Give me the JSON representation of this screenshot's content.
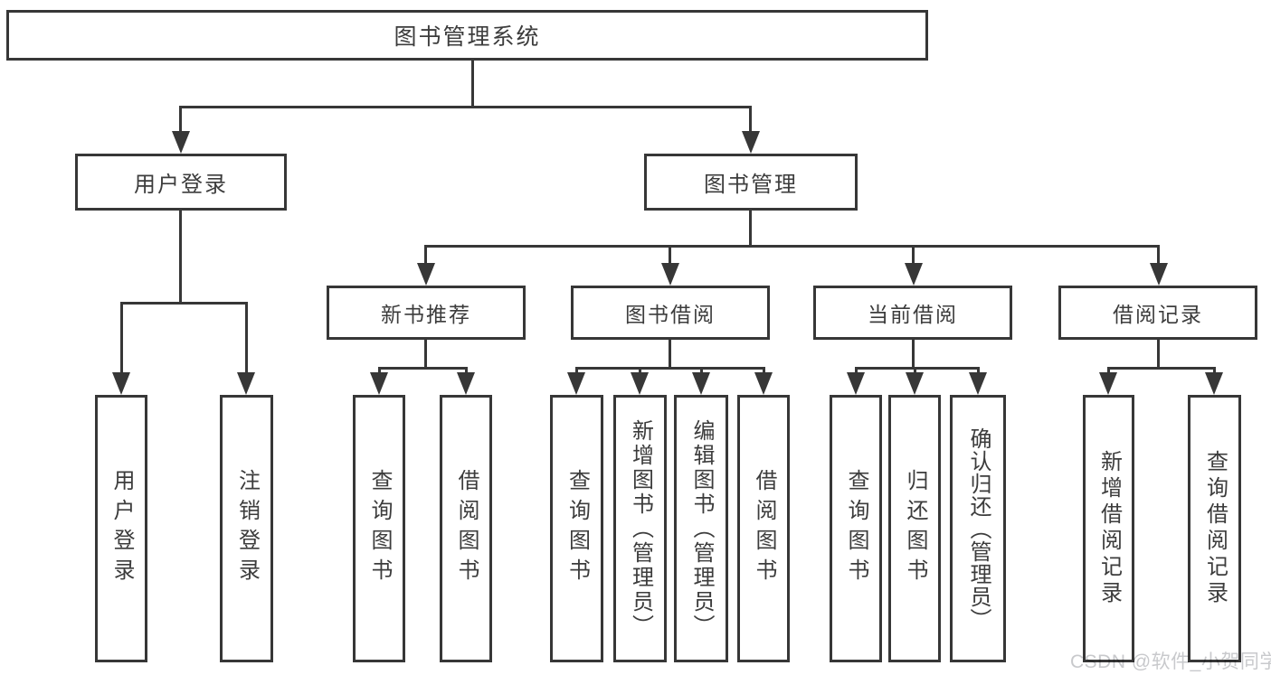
{
  "diagram_title": "图书管理系统",
  "colors": {
    "line": "#373737",
    "text": "#3c3c3c",
    "background": "#ffffff",
    "watermark": "#c8c9cc"
  },
  "watermark": {
    "text": "CSDN @软件_小贺同学"
  },
  "tree": {
    "label": "图书管理系统",
    "children": [
      {
        "label": "用户登录",
        "children": [
          {
            "label": "用户登录"
          },
          {
            "label": "注销登录"
          }
        ]
      },
      {
        "label": "图书管理",
        "children": [
          {
            "label": "新书推荐",
            "children": [
              {
                "label": "查询图书"
              },
              {
                "label": "借阅图书"
              }
            ]
          },
          {
            "label": "图书借阅",
            "children": [
              {
                "label": "查询图书"
              },
              {
                "label": "新增图书（管理员）"
              },
              {
                "label": "编辑图书（管理员）"
              },
              {
                "label": "借阅图书"
              }
            ]
          },
          {
            "label": "当前借阅",
            "children": [
              {
                "label": "查询图书"
              },
              {
                "label": "归还图书"
              },
              {
                "label": "确认归还（管理员）"
              }
            ]
          },
          {
            "label": "借阅记录",
            "children": [
              {
                "label": "新增借阅记录"
              },
              {
                "label": "查询借阅记录"
              }
            ]
          }
        ]
      }
    ]
  }
}
